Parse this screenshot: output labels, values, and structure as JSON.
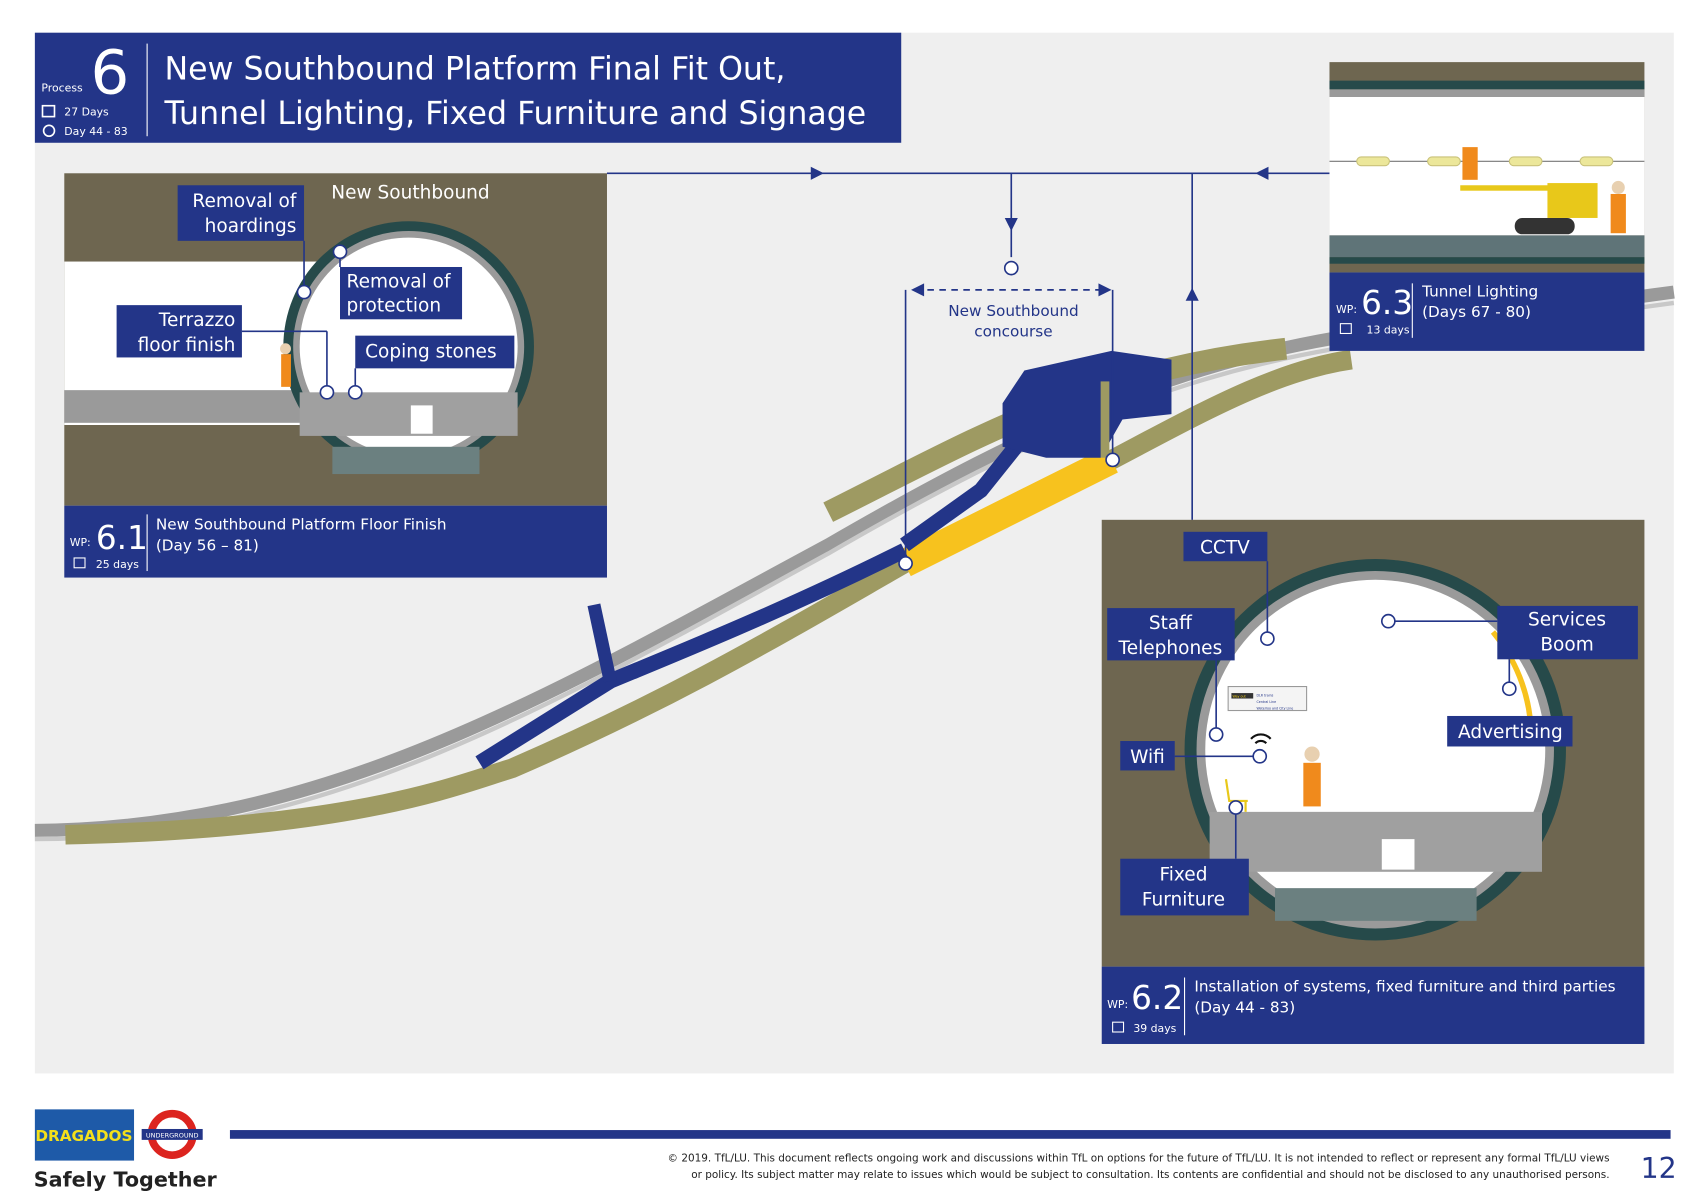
{
  "header": {
    "process_label": "Process",
    "process_number": "6",
    "duration": "27 Days",
    "day_range": "Day 44 - 83",
    "title_line1": "New Southbound Platform Final Fit Out,",
    "title_line2": "Tunnel Lighting, Fixed  Furniture and Signage"
  },
  "wp61": {
    "prefix": "WP:",
    "number": "6.1",
    "days": "25 days",
    "title": "New Southbound Platform Floor Finish",
    "subtitle": "(Day 56 – 81)",
    "image_title": "New Southbound",
    "labels": {
      "hoardings_1": "Removal of",
      "hoardings_2": "hoardings",
      "terrazzo_1": "Terrazzo",
      "terrazzo_2": "floor finish",
      "protection_1": "Removal of",
      "protection_2": "protection",
      "coping": "Coping stones"
    }
  },
  "wp62": {
    "prefix": "WP:",
    "number": "6.2",
    "days": "39 days",
    "title": "Installation of systems, fixed furniture and third parties",
    "subtitle": "(Day 44 - 83)",
    "labels": {
      "cctv": "CCTV",
      "staff_1": "Staff",
      "staff_2": "Telephones",
      "services_1": "Services",
      "services_2": "Boom",
      "advertising": "Advertising",
      "wifi": "Wifi",
      "furniture_1": "Fixed",
      "furniture_2": "Furniture"
    },
    "sign": {
      "way_out": "Way out",
      "line1": "DLR trains",
      "line2": "Central Line",
      "line3": "Waterloo and City Line"
    }
  },
  "wp63": {
    "prefix": "WP:",
    "number": "6.3",
    "days": "13 days",
    "title": "Tunnel Lighting",
    "subtitle": "(Days 67 - 80)"
  },
  "concourse": {
    "line1": "New Southbound",
    "line2": "concourse"
  },
  "footer": {
    "logo_text": "DRAGADOS",
    "roundel_text": "UNDERGROUND",
    "tagline": "Safely Together",
    "disclaimer_line1": "© 2019. TfL/LU. This document reflects ongoing work and discussions within TfL on options for the future of TfL/LU. It is not intended to reflect or represent any formal TfL/LU views",
    "disclaimer_line2": "or policy. Its subject matter may relate to issues which would be subject to consultation. Its contents are confidential and should not be disclosed to any unauthorised persons.",
    "page_number": "12"
  },
  "colors": {
    "brand_blue": "#233588",
    "ground": "#6e6650",
    "tunnel_olive": "#9e9a62",
    "works_yellow": "#f7c21e",
    "panel_grey": "#efefef"
  },
  "icons": [
    "calendar-icon",
    "clock-icon",
    "wifi-icon",
    "cctv-camera-icon",
    "bench-icon"
  ]
}
